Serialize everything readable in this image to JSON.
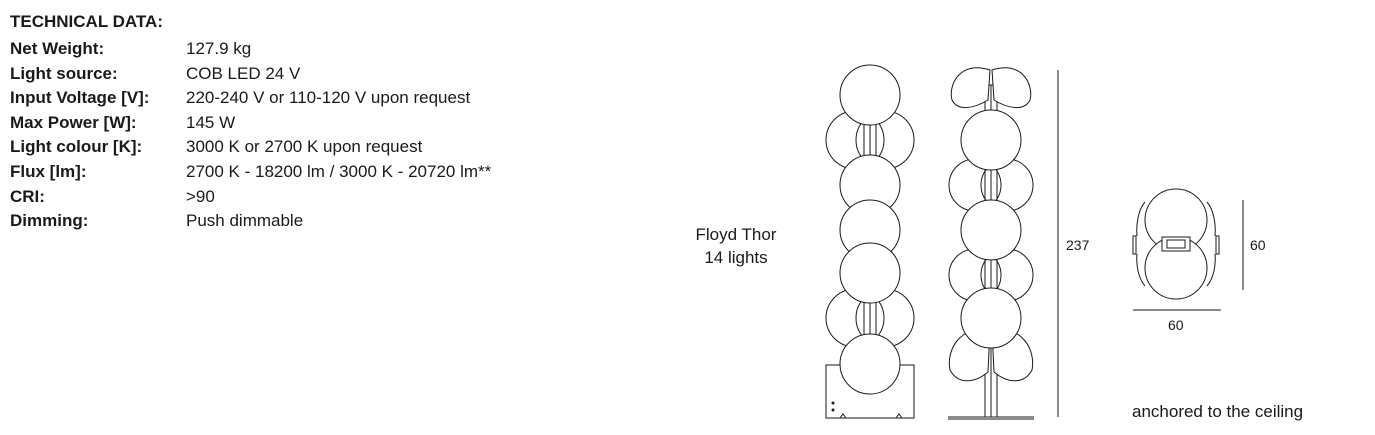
{
  "technical": {
    "title": "TECHNICAL DATA:",
    "rows": [
      {
        "label": "Net Weight:",
        "value": "127.9 kg"
      },
      {
        "label": "Light source:",
        "value": "COB LED 24 V"
      },
      {
        "label": "Input Voltage [V]:",
        "value": "220-240 V or 110-120 V upon request"
      },
      {
        "label": "Max Power [W]:",
        "value": "145 W"
      },
      {
        "label": "Light colour [K]:",
        "value": "3000 K or 2700 K upon request"
      },
      {
        "label": "Flux [lm]:",
        "value": "2700 K - 18200 lm / 3000 K - 20720 lm**"
      },
      {
        "label": "CRI:",
        "value": ">90"
      },
      {
        "label": "Dimming:",
        "value": "Push dimmable"
      }
    ]
  },
  "product": {
    "name_line1": "Floyd Thor",
    "name_line2": "14 lights"
  },
  "dimensions": {
    "height": "237",
    "top_height": "60",
    "top_width": "60"
  },
  "note": "anchored to the ceiling"
}
